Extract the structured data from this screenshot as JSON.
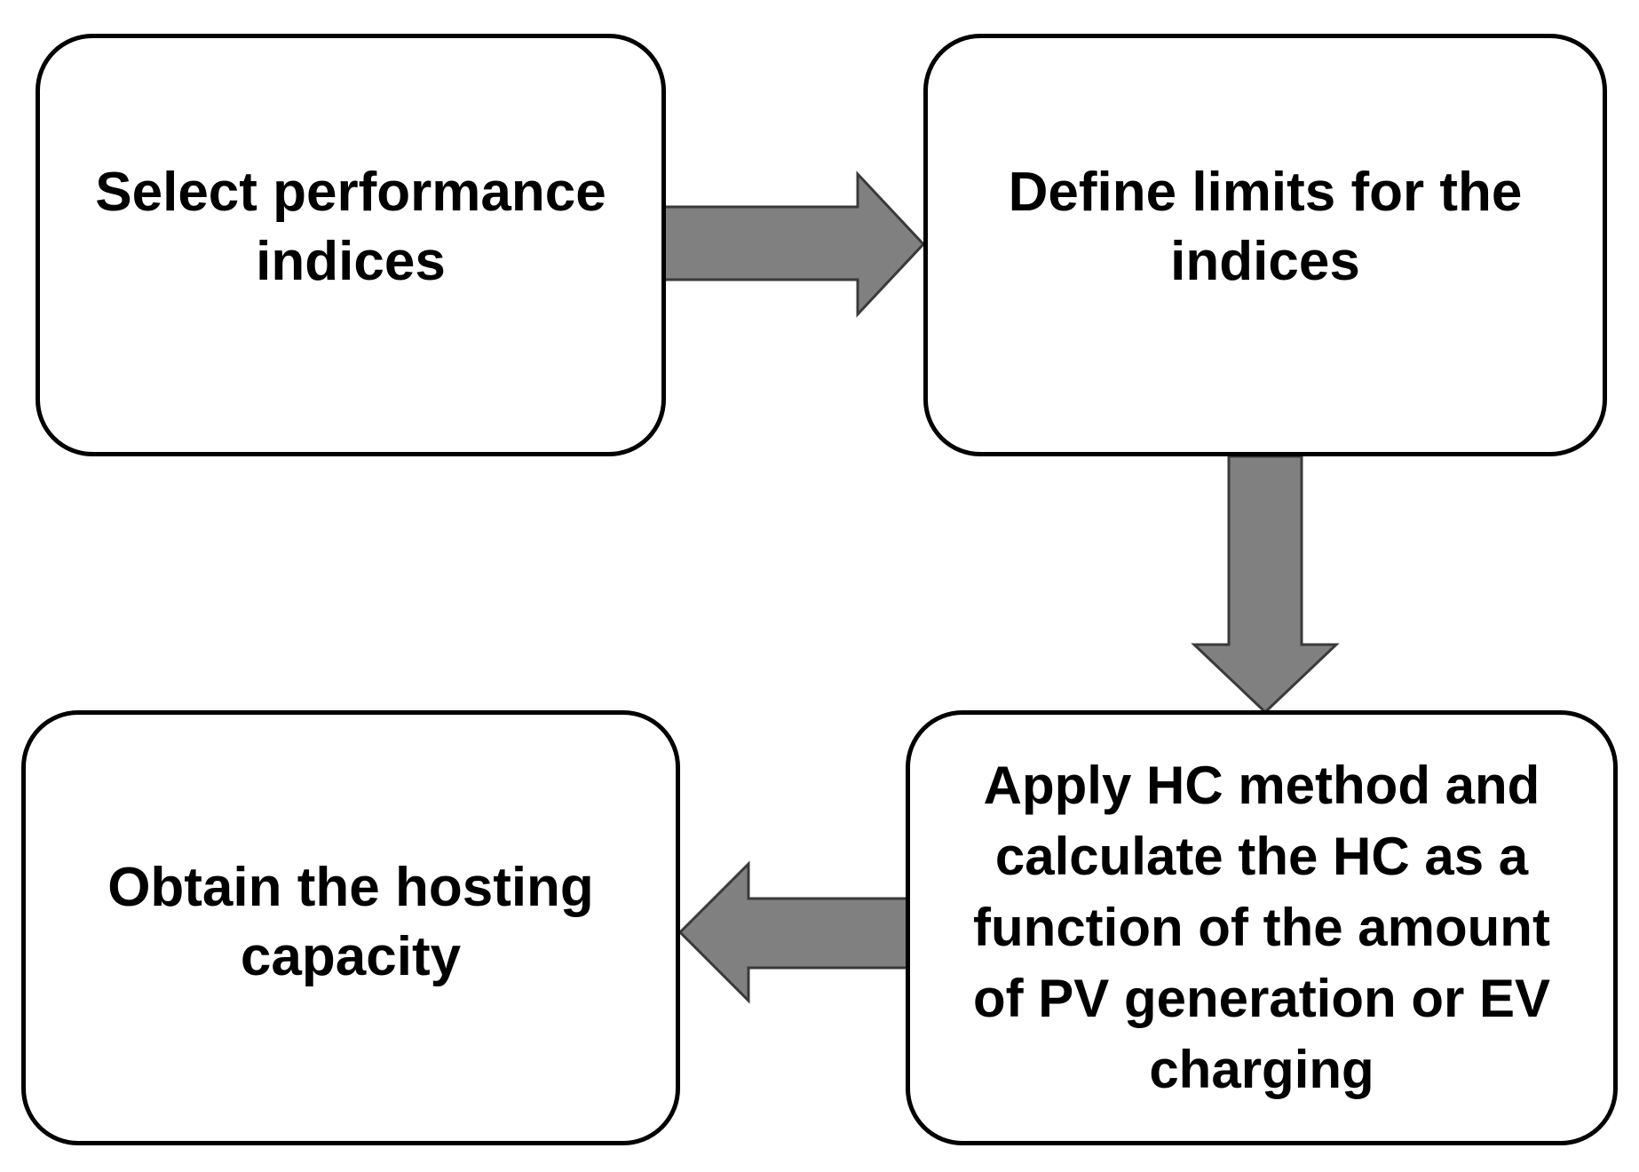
{
  "steps": {
    "select": "Select performance\nindices",
    "define": "Define limits for the\nindices",
    "apply": "Apply HC method and\ncalculate the HC as a\nfunction of the amount\nof PV generation or EV\ncharging",
    "obtain": "Obtain the hosting\ncapacity"
  },
  "colors": {
    "arrow_fill": "#808080",
    "arrow_stroke": "#3a3a3a",
    "box_border": "#000000"
  }
}
